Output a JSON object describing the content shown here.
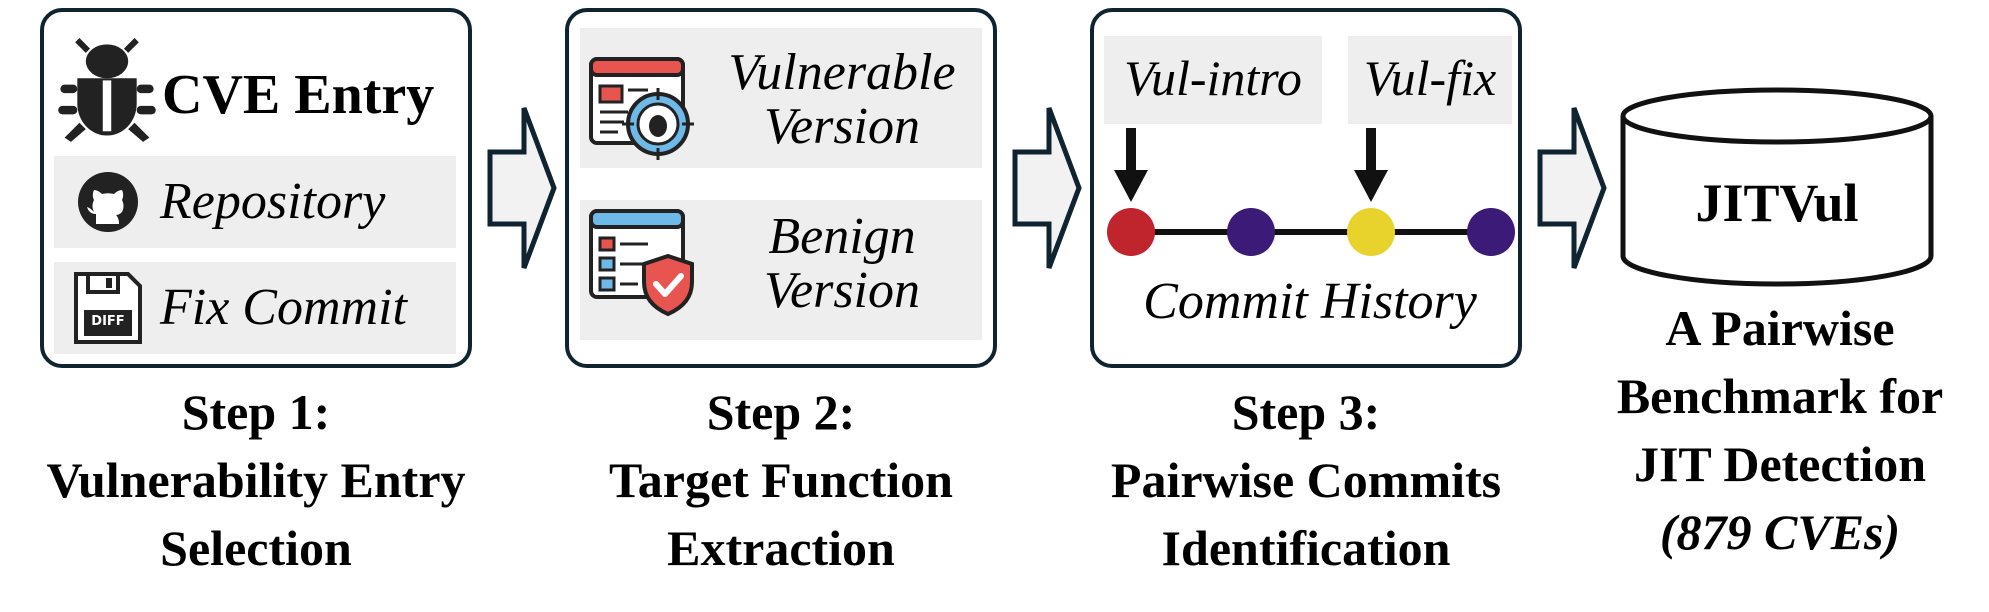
{
  "step1": {
    "cve_label": "CVE Entry",
    "repository_label": "Repository",
    "fix_commit_label": "Fix Commit",
    "diff_icon_text": "DIFF",
    "caption": [
      "Step 1:",
      "Vulnerability Entry",
      "Selection"
    ]
  },
  "step2": {
    "vulnerable_label": [
      "Vulnerable",
      "Version"
    ],
    "benign_label": [
      "Benign",
      "Version"
    ],
    "caption": [
      "Step 2:",
      "Target Function",
      "Extraction"
    ]
  },
  "step3": {
    "vul_intro_label": "Vul-intro",
    "vul_fix_label": "Vul-fix",
    "commit_history_label": "Commit History",
    "caption": [
      "Step 3:",
      "Pairwise Commits",
      "Identification"
    ],
    "commit_colors": [
      "#c0242c",
      "#3b1a78",
      "#e8d32c",
      "#3b1a78"
    ]
  },
  "output": {
    "database_label": "JITVul",
    "caption": [
      "A Pairwise",
      "Benchmark for",
      "JIT Detection"
    ],
    "caption_italic": "(879 CVEs)"
  }
}
